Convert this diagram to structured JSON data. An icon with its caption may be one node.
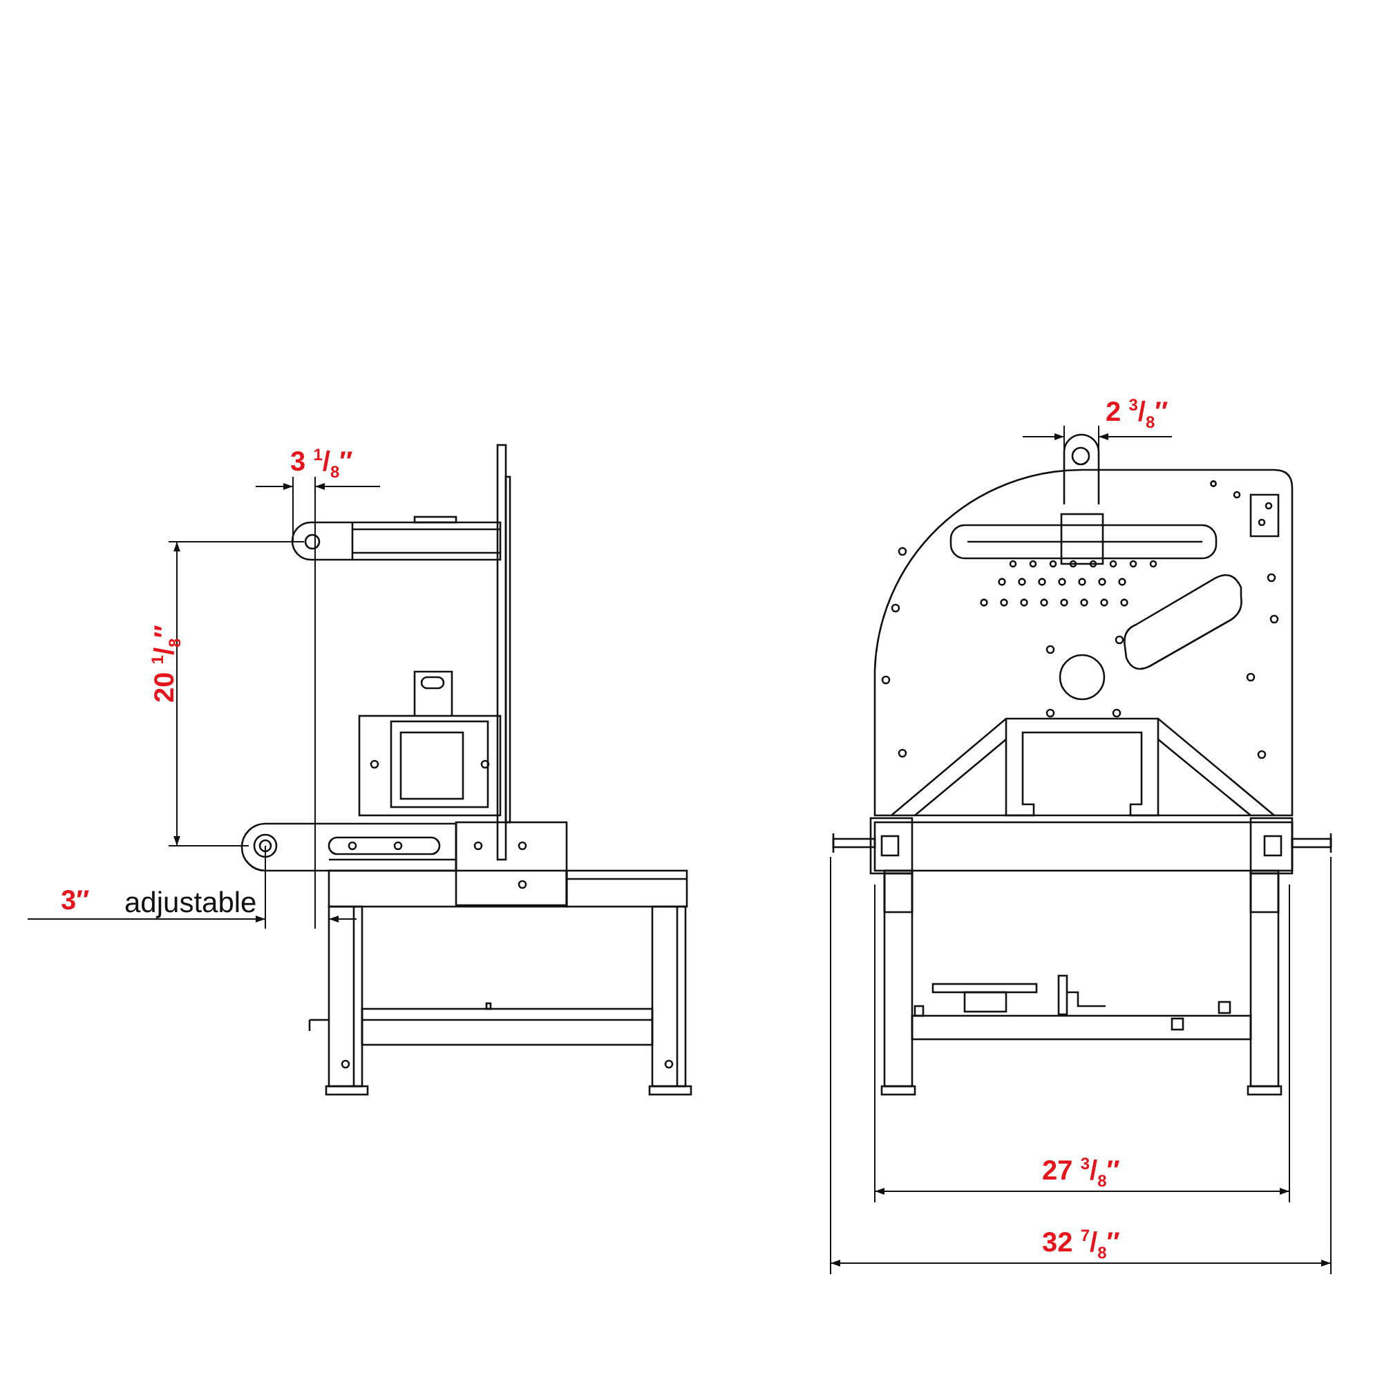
{
  "diagram": {
    "labels": [
      "3 $^{1}$/$_{8}$″",
      "20 $^{1}$/$_{8}$″",
      "3″",
      "adjustable",
      "2 $^{3}$/$_{8}$″",
      "27 $^{3}$/$_{8}$″",
      "32 $^{7}$/$_{8}$″"
    ]
  }
}
